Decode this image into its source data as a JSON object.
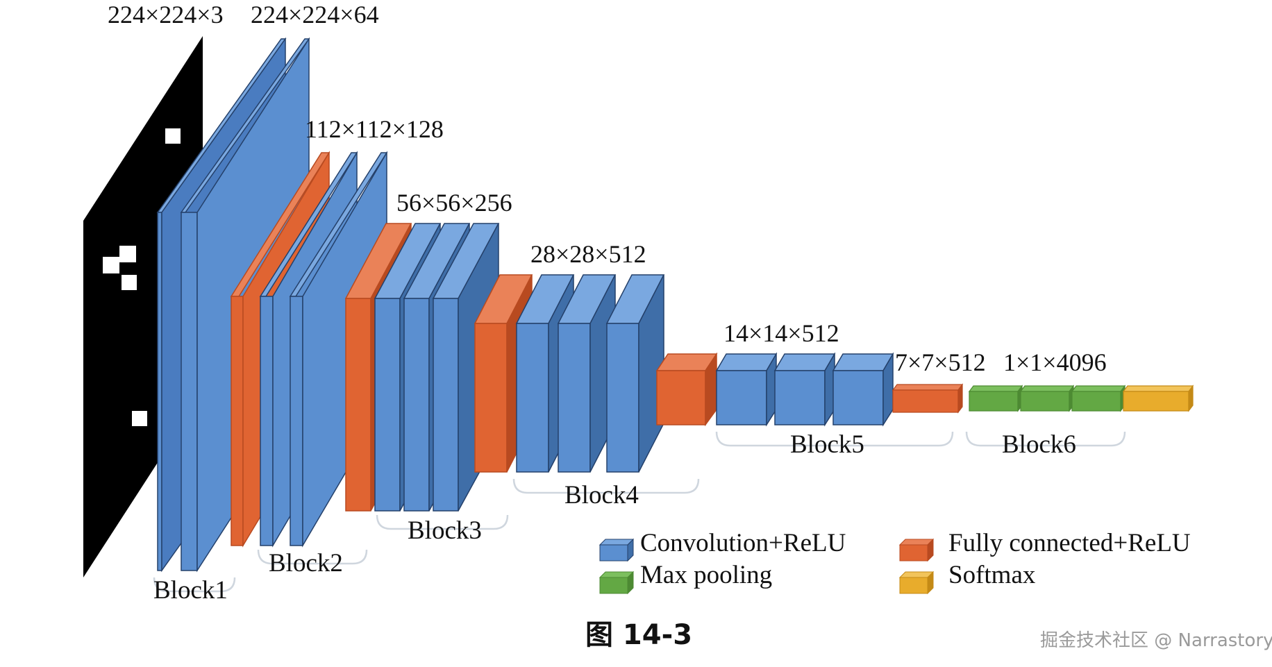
{
  "colors": {
    "conv": "#5b8fd0",
    "conv_side": "#3f6ea8",
    "conv_top": "#7aa8e0",
    "pool": "#e06432",
    "pool_side": "#b84a20",
    "pool_top": "#ea8258",
    "fc": "#63a844",
    "fc_side": "#4d8a33",
    "fc_top": "#7cbf5e",
    "softmax": "#e8ac2c",
    "softmax_side": "#c48a16",
    "softmax_top": "#f2c45a",
    "input": "#000000",
    "outline": "#24406a",
    "brace": "#cfd6de"
  },
  "dims": {
    "input": "224×224×3",
    "conv1": "224×224×64",
    "conv2": "112×112×128",
    "conv3": "56×56×256",
    "conv4": "28×28×512",
    "conv5": "14×14×512",
    "pool5": "7×7×512",
    "fc": "1×1×4096"
  },
  "blocks": {
    "b1": "Block1",
    "b2": "Block2",
    "b3": "Block3",
    "b4": "Block4",
    "b5": "Block5",
    "b6": "Block6"
  },
  "legend": {
    "conv": "Convolution+ReLU",
    "pool": "Max pooling",
    "fc": "Fully connected+ReLU",
    "softmax": "Softmax"
  },
  "caption": "图 14-3",
  "watermark": "掘金技术社区 @ Narrastory"
}
